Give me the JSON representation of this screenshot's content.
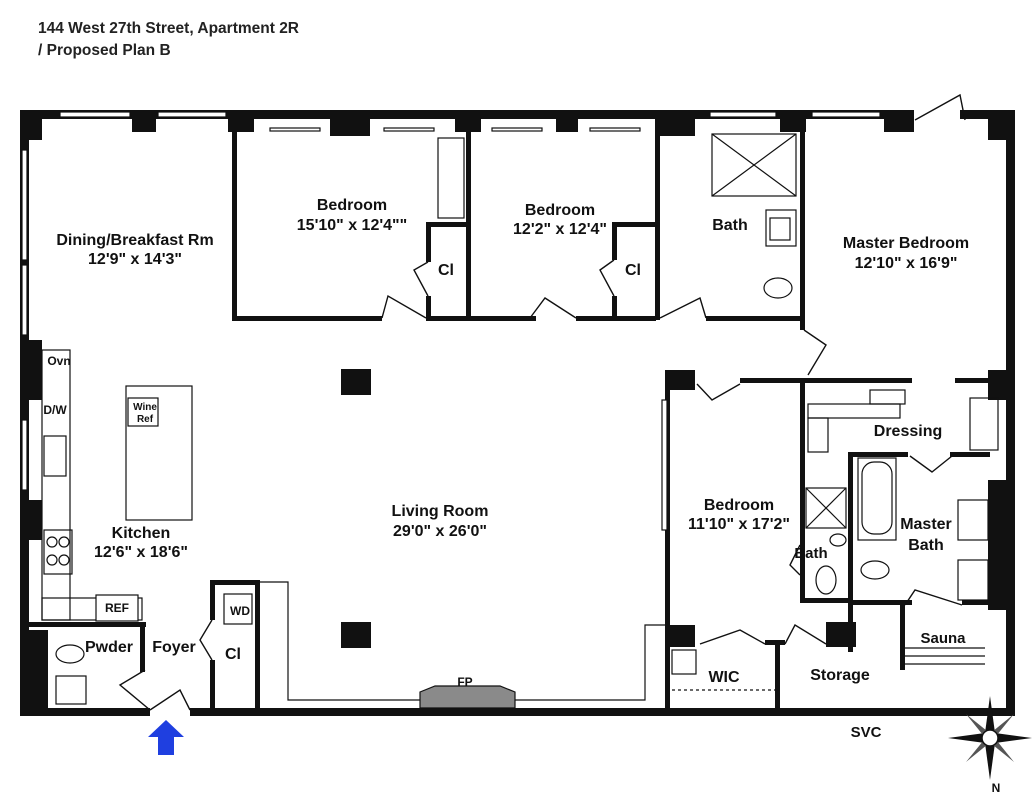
{
  "header": {
    "line1": "144 West 27th Street, Apartment 2R",
    "line2": "/ Proposed Plan B"
  },
  "rooms": {
    "dining": {
      "name": "Dining/Breakfast Rm",
      "dims": "12'9\" x 14'3\""
    },
    "bedroom1": {
      "name": "Bedroom",
      "dims": "15'10\" x 12'4\"\""
    },
    "bedroom2": {
      "name": "Bedroom",
      "dims": "12'2\" x 12'4\""
    },
    "bath1": {
      "name": "Bath"
    },
    "master_bedroom": {
      "name": "Master Bedroom",
      "dims": "12'10\" x 16'9\""
    },
    "closet1": {
      "name": "Cl"
    },
    "closet2": {
      "name": "Cl"
    },
    "living": {
      "name": "Living Room",
      "dims": "29'0\" x 26'0\""
    },
    "kitchen": {
      "name": "Kitchen",
      "dims": "12'6\" x 18'6\""
    },
    "bedroom3": {
      "name": "Bedroom",
      "dims": "11'10\" x 17'2\""
    },
    "bath2": {
      "name": "Bath"
    },
    "dressing": {
      "name": "Dressing"
    },
    "master_bath": {
      "name_line1": "Master",
      "name_line2": "Bath"
    },
    "sauna": {
      "name": "Sauna"
    },
    "storage": {
      "name": "Storage"
    },
    "wic": {
      "name": "WIC"
    },
    "powder": {
      "name": "Pwder"
    },
    "foyer": {
      "name": "Foyer"
    },
    "closet3": {
      "name": "Cl"
    }
  },
  "fixtures": {
    "oven": "Ovn",
    "dishwasher": "D/W",
    "wine_line1": "Wine",
    "wine_line2": "Ref",
    "refrigerator": "REF",
    "washer_dryer": "WD",
    "fireplace": "FP",
    "service": "SVC",
    "north": "N"
  },
  "colors": {
    "wall": "#111111",
    "entry_arrow": "#1f3fe0",
    "fireplace_fill": "#8a8a8a"
  }
}
